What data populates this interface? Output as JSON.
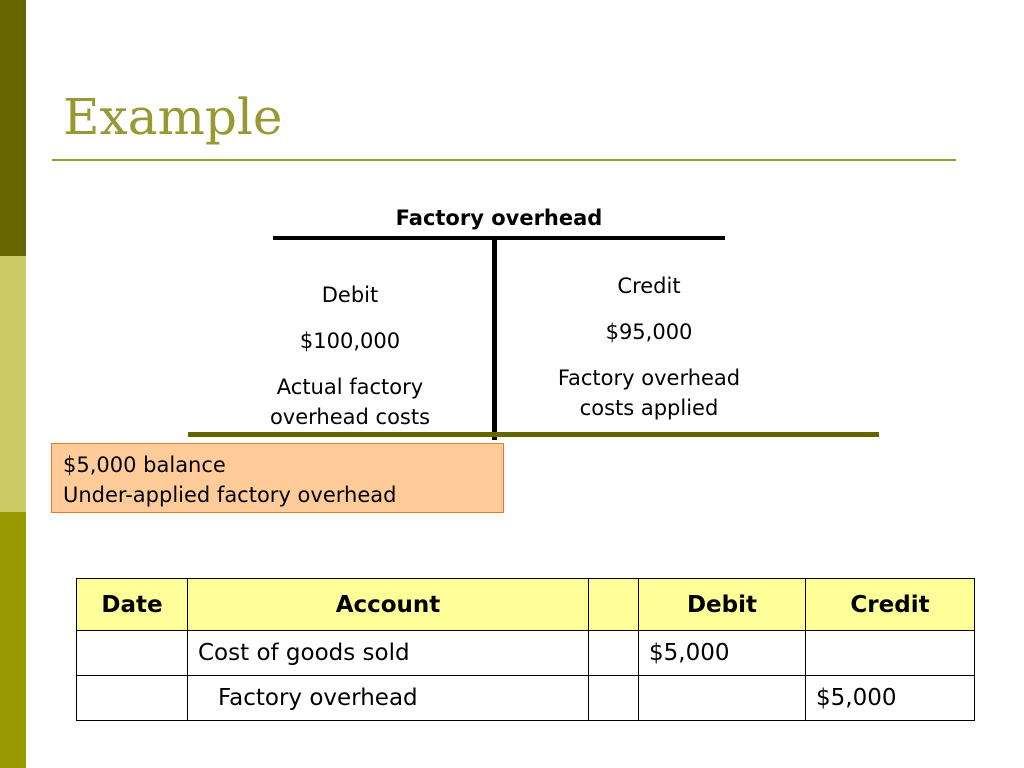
{
  "colors": {
    "band_dark": "#666600",
    "band_light": "#cccc66",
    "band_mid": "#999900",
    "title": "#999933",
    "rule": "#999933",
    "t_bottom_line": "#666600",
    "balance_fill": "#ffcc99",
    "table_header_fill": "#ffff99"
  },
  "slide": {
    "title": "Example"
  },
  "t_account": {
    "title": "Factory overhead",
    "debit": {
      "label": "Debit",
      "amount": "$100,000",
      "description_line1": "Actual factory",
      "description_line2": "overhead costs"
    },
    "credit": {
      "label": "Credit",
      "amount": "$95,000",
      "description_line1": "Factory overhead",
      "description_line2": "costs applied"
    }
  },
  "balance_note": {
    "line1": "$5,000 balance",
    "line2": "Under-applied factory overhead"
  },
  "journal": {
    "headers": [
      "Date",
      "Account",
      "",
      "Debit",
      "Credit"
    ],
    "rows": [
      {
        "date": "",
        "account": "Cost of goods sold",
        "blank": "",
        "debit": "$5,000",
        "credit": ""
      },
      {
        "date": "",
        "account": "Factory overhead",
        "blank": "",
        "debit": "",
        "credit": "$5,000"
      }
    ]
  }
}
